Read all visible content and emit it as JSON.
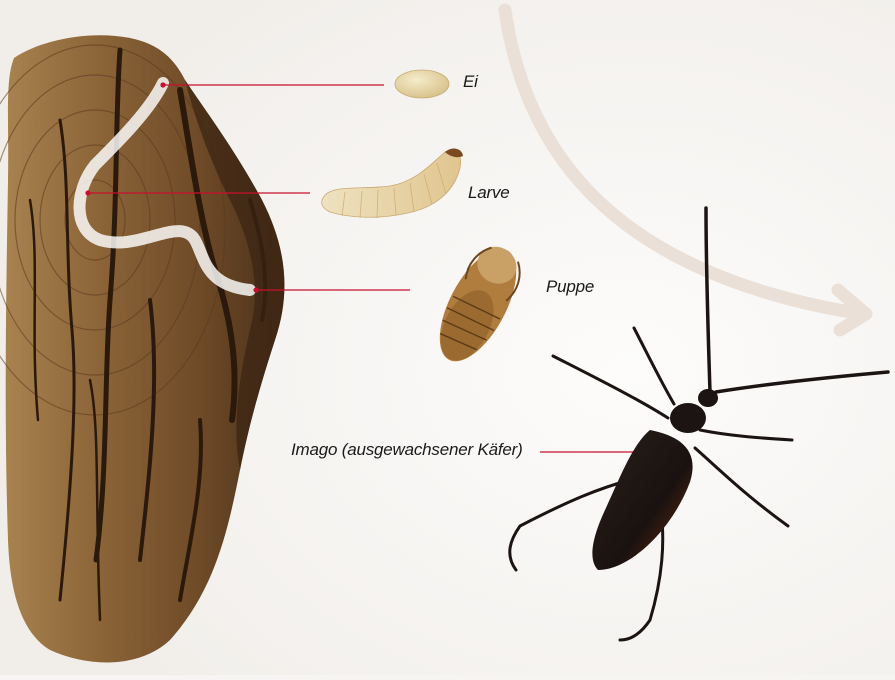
{
  "labels": {
    "egg": "Ei",
    "larva": "Larve",
    "pupa": "Puppe",
    "imago": "Imago (ausgewachsener Käfer)"
  },
  "colors": {
    "background": "#f7f5f3",
    "leader_line": "#c8102e",
    "arrow": "#e9dcd2",
    "tunnel": "#ffffff",
    "wood": "#8a6337",
    "beetle": "#1c1412"
  },
  "icons": [
    "wood-stump-illustration",
    "egg-illustration",
    "larva-illustration",
    "pupa-illustration",
    "beetle-illustration",
    "cycle-arrow-icon"
  ]
}
